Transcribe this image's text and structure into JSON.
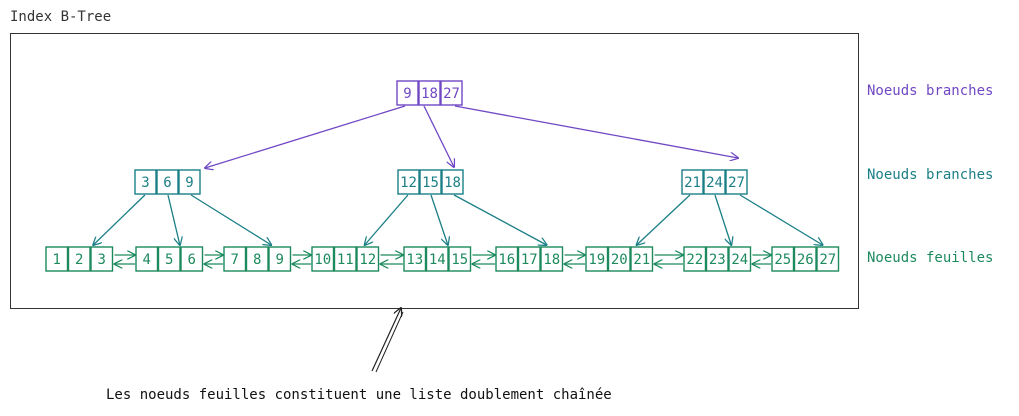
{
  "title": "Index B-Tree",
  "side_labels": {
    "root": "Noeuds branches",
    "branches": "Noeuds branches",
    "leaves": "Noeuds feuilles"
  },
  "caption": "Les noeuds feuilles constituent une liste doublement chaînée",
  "colors": {
    "root": "#7048c4",
    "branch": "#1b7f86",
    "leaf": "#1d8a5e",
    "ink": "#222222"
  },
  "tree": {
    "root": [
      "9",
      "18",
      "27"
    ],
    "branches": [
      [
        "3",
        "6",
        "9"
      ],
      [
        "12",
        "15",
        "18"
      ],
      [
        "21",
        "24",
        "27"
      ]
    ],
    "leaves": [
      [
        "1",
        "2",
        "3"
      ],
      [
        "4",
        "5",
        "6"
      ],
      [
        "7",
        "8",
        "9"
      ],
      [
        "10",
        "11",
        "12"
      ],
      [
        "13",
        "14",
        "15"
      ],
      [
        "16",
        "17",
        "18"
      ],
      [
        "19",
        "20",
        "21"
      ],
      [
        "22",
        "23",
        "24"
      ],
      [
        "25",
        "26",
        "27"
      ]
    ]
  }
}
